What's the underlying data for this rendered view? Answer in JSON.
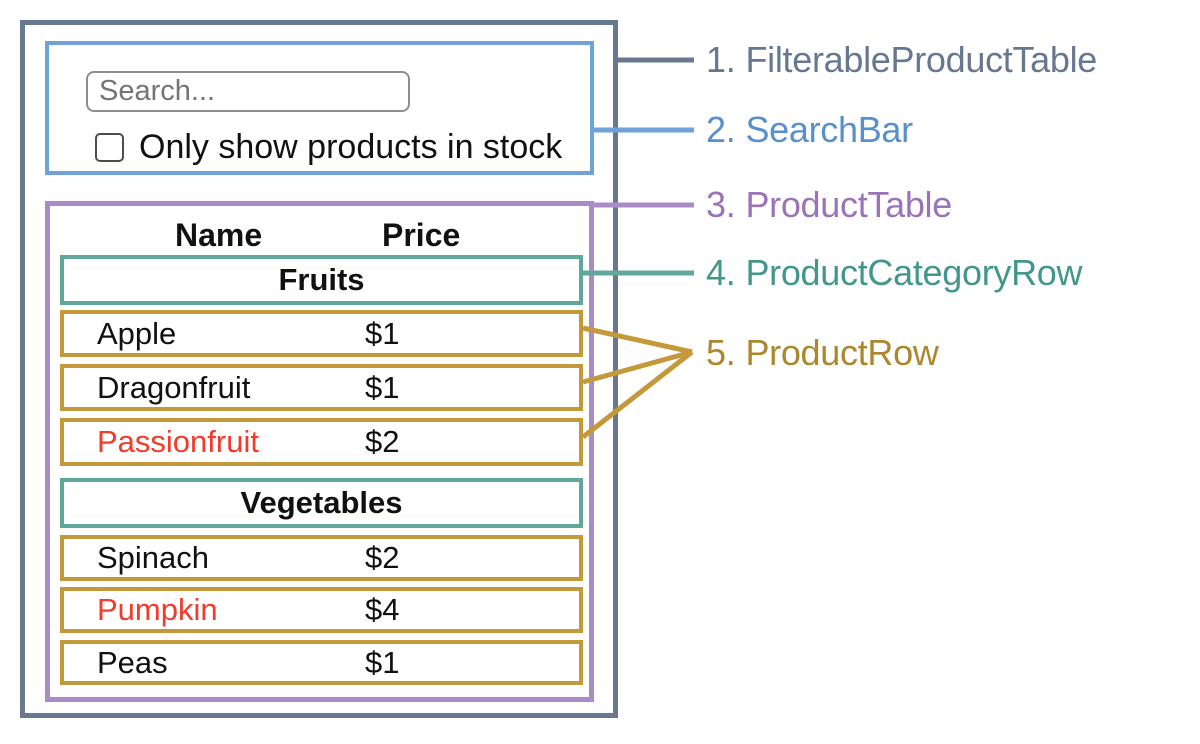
{
  "mock_ui": {
    "search_bar": {
      "input_placeholder": "Search...",
      "checkbox_label": "Only show products in stock",
      "checkbox_checked": false
    },
    "product_table": {
      "name_header": "Name",
      "price_header": "Price",
      "rows": [
        {
          "type": "category",
          "label": "Fruits"
        },
        {
          "type": "product",
          "name": "Apple",
          "price": "$1",
          "name_color": "#111111"
        },
        {
          "type": "product",
          "name": "Dragonfruit",
          "price": "$1",
          "name_color": "#111111"
        },
        {
          "type": "product",
          "name": "Passionfruit",
          "price": "$2",
          "name_color": "#f23b2a"
        },
        {
          "type": "category",
          "label": "Vegetables"
        },
        {
          "type": "product",
          "name": "Spinach",
          "price": "$2",
          "name_color": "#111111"
        },
        {
          "type": "product",
          "name": "Pumpkin",
          "price": "$4",
          "name_color": "#f23b2a"
        },
        {
          "type": "product",
          "name": "Peas",
          "price": "$1",
          "name_color": "#111111"
        }
      ]
    }
  },
  "legend": {
    "items": [
      {
        "number": "1.",
        "label": "FilterableProductTable",
        "color": "#66788f"
      },
      {
        "number": "2.",
        "label": "SearchBar",
        "color": "#5890cb"
      },
      {
        "number": "3.",
        "label": "ProductTable",
        "color": "#9b74b7"
      },
      {
        "number": "4.",
        "label": "ProductCategoryRow",
        "color": "#43968a"
      },
      {
        "number": "5.",
        "label": "ProductRow",
        "color": "#ab872e"
      }
    ]
  },
  "colors": {
    "filterable_product_table_border": "#68788f",
    "search_bar_border": "#6ea2d8",
    "product_table_border": "#a98bc6",
    "product_category_row_border": "#62a89a",
    "product_row_border": "#c49939",
    "out_of_stock_text": "#f23b2a"
  }
}
